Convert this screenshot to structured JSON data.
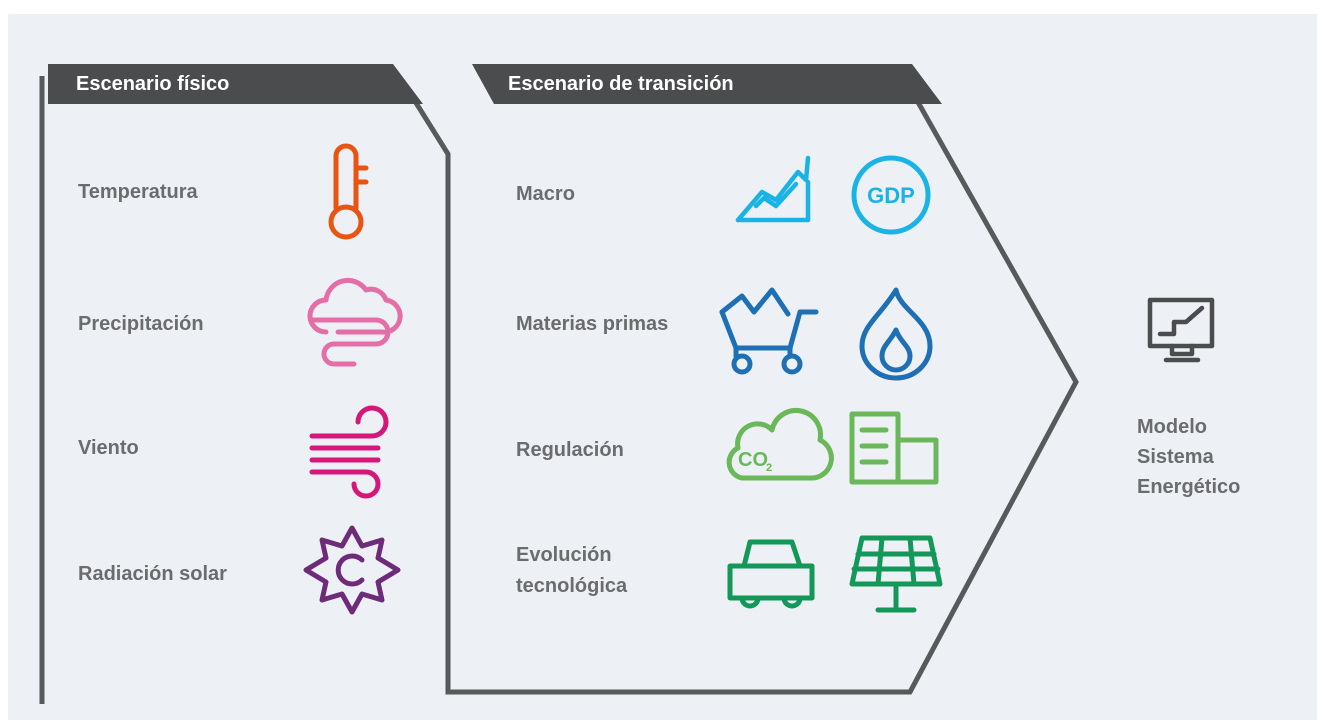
{
  "physical": {
    "header": "Escenario físico",
    "items": [
      {
        "label": "Temperatura",
        "icon": "thermometer-icon",
        "color": "#e85412"
      },
      {
        "label": "Precipitación",
        "icon": "rain-cloud-icon",
        "color": "#e46fa6"
      },
      {
        "label": "Viento",
        "icon": "wind-icon",
        "color": "#d6177a"
      },
      {
        "label": "Radiación solar",
        "icon": "sun-icon",
        "color": "#6e2b7a"
      }
    ]
  },
  "transition": {
    "header": "Escenario de transición",
    "items": [
      {
        "label": "Macro",
        "icons": [
          "growth-chart-icon",
          "gdp-icon"
        ],
        "icon_text": "GDP",
        "color": "#1ab3e6"
      },
      {
        "label": "Materias primas",
        "icons": [
          "mining-cart-icon",
          "gas-flame-icon"
        ],
        "color": "#1e6fb4"
      },
      {
        "label": "Regulación",
        "icons": [
          "co2-cloud-icon",
          "building-icon"
        ],
        "icon_text": "CO",
        "icon_subscript": "2",
        "color": "#6ab85a"
      },
      {
        "label": "Evolución tecnológica",
        "label_lines": [
          "Evolución",
          "tecnológica"
        ],
        "icons": [
          "electric-car-icon",
          "solar-panel-icon"
        ],
        "color": "#14985a"
      }
    ]
  },
  "model": {
    "label": "Modelo Sistema Energético",
    "label_lines": [
      "Modelo",
      "Sistema",
      "Energético"
    ],
    "icon": "computer-model-icon",
    "color": "#4b4c4e"
  },
  "colors": {
    "background": "#edf1f5",
    "frame": "#58595b",
    "header_fill": "#4b4c4e",
    "label_text": "#6b6c6e"
  }
}
